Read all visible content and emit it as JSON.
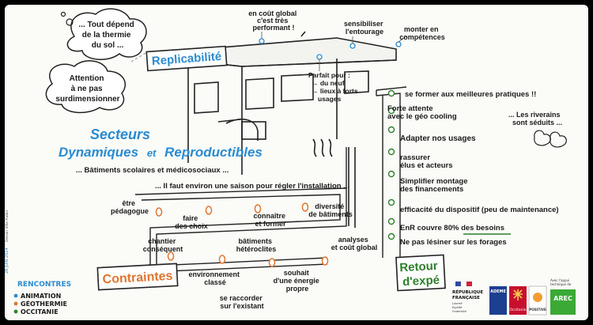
{
  "title": {
    "line1": "Secteurs",
    "line2a": "Dynamiques",
    "line2b": "et",
    "line2c": "Reproductibles",
    "subtitle": "... Bâtiments scolaires et médicosociaux ..."
  },
  "clouds": {
    "c1": [
      "... Tout dépend",
      "de la thermie",
      "du sol ..."
    ],
    "c2": [
      "Attention",
      "à ne pas",
      "surdimensionner"
    ]
  },
  "replicabilite": {
    "label": "Replicabilité",
    "items": [
      [
        "en coût global",
        "c'est très",
        "performant !"
      ],
      [
        "sensibiliser",
        "l'entourage"
      ],
      [
        "monter en",
        "compétences"
      ],
      [
        "Parfait pour :",
        "→ du neuf",
        "→ lieux à forts",
        "usages"
      ]
    ]
  },
  "retour": {
    "label_line1": "Retour",
    "label_line2": "d'expé",
    "items": [
      "se former aux meilleures pratiques !!",
      [
        "Forte attente",
        "avec le géo cooling"
      ],
      "Adapter nos usages",
      [
        "rassurer",
        "élus et acteurs"
      ],
      [
        "Simplifier montage",
        "des financements"
      ],
      "efficacité du dispositif (peu de maintenance)",
      "EnR couvre 80% des besoins",
      "Ne pas lésiner sur les forages"
    ],
    "riverains": [
      "... Les riverains",
      "sont séduits ..."
    ]
  },
  "contraintes": {
    "label": "Contraintes",
    "intro": "... Il faut environ une saison pour régler l'installation ...",
    "items": [
      [
        "être",
        "pédagogue"
      ],
      [
        "faire",
        "des choix"
      ],
      [
        "connaître",
        "et former"
      ],
      [
        "diversité",
        "de bâtiments"
      ],
      [
        "chantier",
        "conséquent"
      ],
      [
        "bâtiments",
        "hétéroclites"
      ],
      [
        "analyses",
        "et coût global"
      ],
      [
        "environnement",
        "classé"
      ],
      [
        "souhait",
        "d'une énergie",
        "propre"
      ],
      [
        "se raccorder",
        "sur l'existant"
      ]
    ]
  },
  "footer": {
    "event_line1": "RENCONTRES",
    "event_line2": "ANIMATION",
    "event_line3": "GÉOTHERMIE",
    "event_line4": "OCCITANIE",
    "date": "28 JUIN 2024",
    "artist": "Dessin Ville Aubin",
    "partner_rf": [
      "RÉPUBLIQUE",
      "FRANÇAISE"
    ],
    "partner_rf_sub": [
      "Liberté",
      "Égalité",
      "Fraternité"
    ],
    "partner_ademe": "ADEME",
    "partner_region": "Occitanie",
    "partner_positive": "POSITIVE",
    "support_text": [
      "Avec l'appui",
      "technique de"
    ],
    "partner_arec": "AREC"
  },
  "colors": {
    "blue": "#2b8bd0",
    "orange": "#e0752f",
    "green": "#2f7f2a",
    "ink": "#1b1b1b"
  }
}
